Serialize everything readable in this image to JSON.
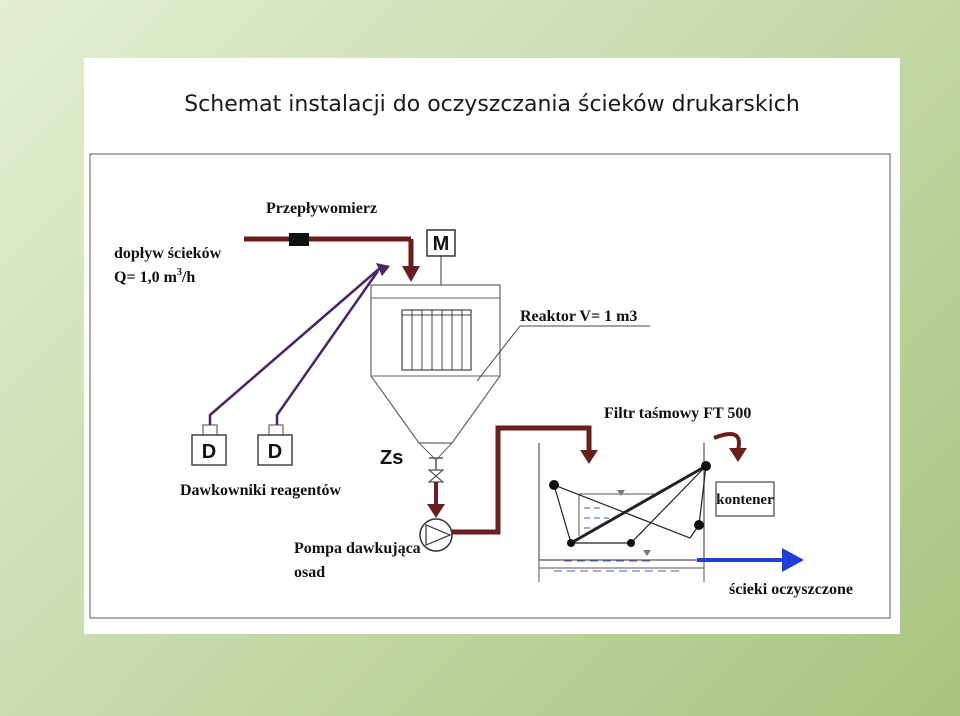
{
  "slide": {
    "title": "Schemat instalacji do oczyszczania ścieków drukarskich"
  },
  "labels": {
    "flowmeter": "Przepływomierz",
    "inflow_line1": "dopływ ścieków",
    "inflow_line2_prefix": "Q= 1,0 m",
    "inflow_line2_sup": "3",
    "inflow_line2_suffix": "/h",
    "mixer": "M",
    "reactor": "Reaktor V= 1 m3",
    "valve": "Zs",
    "dosers": "Dawkowniki reagentów",
    "doser_letter": "D",
    "pump_line1": "Pompa dawkująca",
    "pump_line2": "osad",
    "filter": "Filtr taśmowy FT 500",
    "container": "kontener",
    "outflow": "ścieki oczyszczone"
  },
  "colors": {
    "sludge_pipe": "#6b1e1e",
    "reagent_line": "#4b2466",
    "outflow_arrow": "#1f3fd6"
  }
}
